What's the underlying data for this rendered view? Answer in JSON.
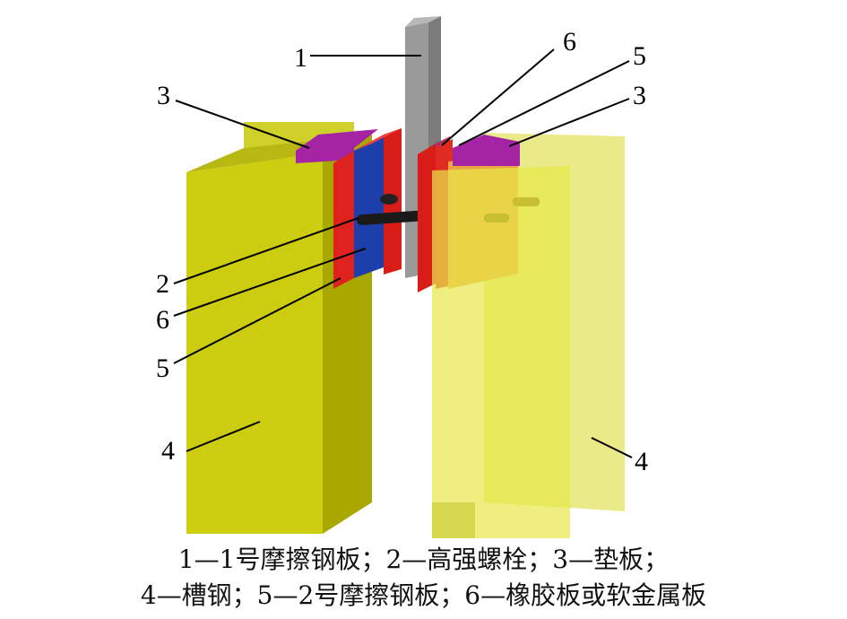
{
  "labels": {
    "l1": "1",
    "l6_top": "6",
    "l5_top": "5",
    "l3_left": "3",
    "l3_right": "3",
    "l2": "2",
    "l6_bottom": "6",
    "l5_bottom": "5",
    "l4_left": "4",
    "l4_right": "4"
  },
  "caption": {
    "line1": "1—1号摩擦钢板；2—高强螺栓；3—垫板；",
    "line2": "4—槽钢；5—2号摩擦钢板；6—橡胶板或软金属板"
  },
  "colors": {
    "channel_front": "#c9c900",
    "channel_side": "#a9a900",
    "channel_back": "#d4d420",
    "translucent_channel": "#e6e64d",
    "shim": "#a020a0",
    "friction_plate_2": "#e0201c",
    "rubber_plate": "#1c3ea8",
    "friction_plate_1": "#9a9a9a",
    "bolt": "#1a1a1a",
    "washer_orange": "#e8a040"
  }
}
